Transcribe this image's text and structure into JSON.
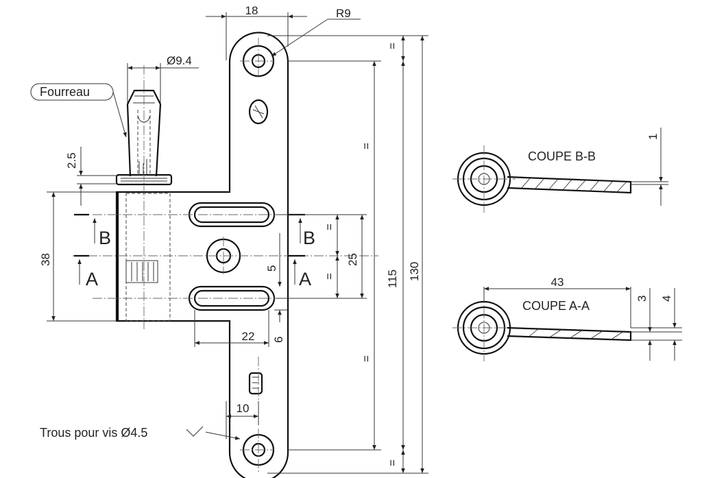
{
  "labels": {
    "sleeve": "Fourreau",
    "holes": "Trous pour vis Ø4.5",
    "section_bb": "COUPE B-B",
    "section_aa": "COUPE A-A",
    "section_b_letter": "B",
    "section_a_letter": "A",
    "equal_mark": "="
  },
  "dimensions": {
    "width_top": "18",
    "radius": "R9",
    "pin_diameter": "Ø9.4",
    "collar_height": "2.5",
    "sleeve_length": "38",
    "slot_pitch": "25",
    "slot_gap": "5",
    "height_holes": "115",
    "overall_height": "130",
    "slot_length": "22",
    "slot_width": "6",
    "bottom_offset": "10",
    "section_bb_thickness": "1",
    "section_aa_length": "43",
    "section_aa_thick1": "3",
    "section_aa_thick2": "4"
  }
}
